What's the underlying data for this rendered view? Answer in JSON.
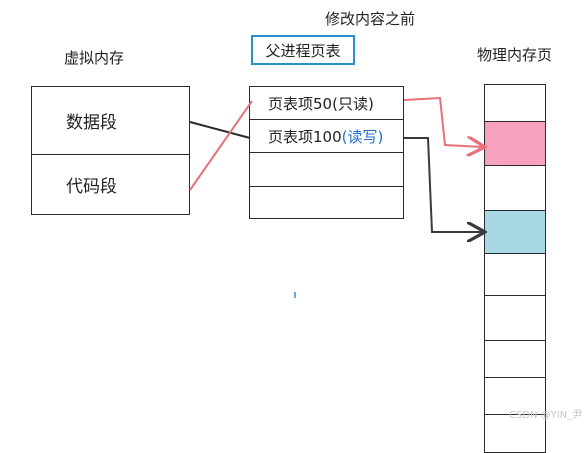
{
  "title": "修改内容之前",
  "virtual_memory": {
    "label": "虚拟内存",
    "segments": [
      "数据段",
      "代码段"
    ]
  },
  "page_table": {
    "label": "父进程页表",
    "entries": [
      {
        "text": "页表项50",
        "perm": "(只读)",
        "perm_color": "#222222"
      },
      {
        "text": "页表项100",
        "perm": "(读写)",
        "perm_color": "#1f6fd1"
      }
    ],
    "empty_rows": 2
  },
  "physical_memory": {
    "label": "物理内存页",
    "frame_count": 9,
    "highlighted_frames": [
      {
        "index": 1,
        "color": "#f7a1bc"
      },
      {
        "index": 3,
        "color": "#a8d8e6"
      }
    ]
  },
  "colors": {
    "line": "#2b2b2b",
    "arrow_pink": "#e8707a",
    "arrow_dark": "#3a3a3a",
    "label_box": "#2a8fd0"
  },
  "watermark": "CSDN @YIN_尹"
}
